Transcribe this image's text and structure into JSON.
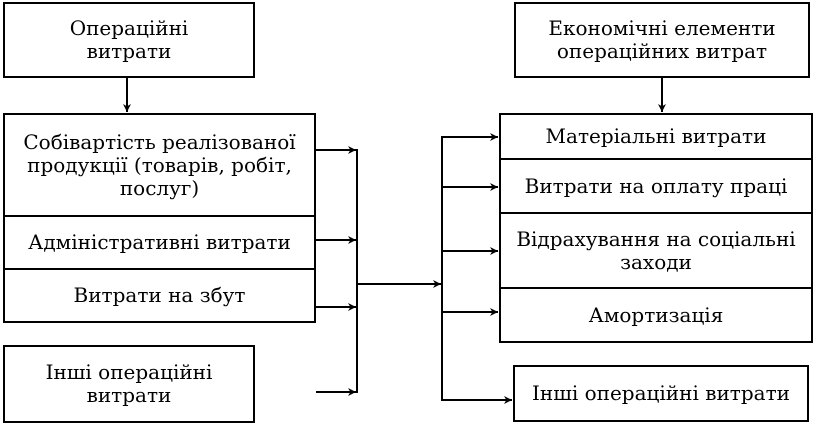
{
  "left": {
    "header": "Операційні\nвитрати",
    "group": [
      "Собівартість реалізованої\nпродукції (товарів, робіт,\nпослуг)",
      "Адміністративні витрати",
      "Витрати на збут"
    ],
    "other": "Інші операційні\nвитрати"
  },
  "right": {
    "header": "Економічні елементи\nопераційних витрат",
    "group": [
      "Матеріальні витрати",
      "Витрати на оплату праці",
      "Відрахування на соціальні\nзаходи",
      "Амортизація"
    ],
    "other": "Інші операційні витрати"
  }
}
